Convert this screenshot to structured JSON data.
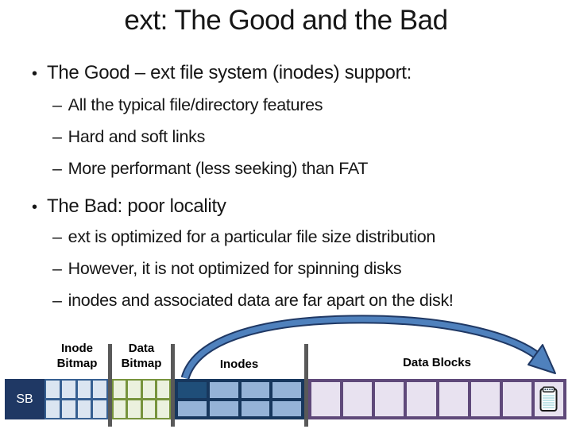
{
  "slide": {
    "title": "ext: The Good and the Bad",
    "bullet1": {
      "marker": "•",
      "text": "The Good – ext file system (inodes) support:",
      "subs": [
        {
          "marker": "–",
          "text": "All the typical file/directory features"
        },
        {
          "marker": "–",
          "text": "Hard and soft links"
        },
        {
          "marker": "–",
          "text": "More performant (less seeking) than FAT"
        }
      ]
    },
    "bullet2": {
      "marker": "•",
      "text": "The Bad: poor locality",
      "subs": [
        {
          "marker": "–",
          "text": "ext is optimized for a particular file size distribution"
        },
        {
          "marker": "–",
          "text": "However, it is not optimized for spinning disks"
        },
        {
          "marker": "–",
          "text": "inodes and associated data are far apart on the disk!"
        }
      ]
    }
  },
  "diagram": {
    "sb_label": "SB",
    "inode_bitmap_label": {
      "line1": "Inode",
      "line2": "Bitmap"
    },
    "data_bitmap_label": {
      "line1": "Data",
      "line2": "Bitmap"
    },
    "inodes_label": "Inodes",
    "data_blocks_label": "Data Blocks",
    "colors": {
      "superblock": "#1F3864",
      "inode_bitmap_cell": "#DBE5F1",
      "inode_bitmap_border": "#365F91",
      "data_bitmap_cell": "#EBF1DE",
      "data_bitmap_border": "#77933C",
      "inode_cell": "#95B3D7",
      "inode_cell_first": "#1F4E79",
      "inode_border": "#17375D",
      "data_block_cell": "#E8E2F0",
      "data_block_border": "#5F497A",
      "divider": "#595959",
      "arrow_fill": "#4F81BD",
      "arrow_outline": "#1F3864",
      "text": "#161616"
    }
  }
}
